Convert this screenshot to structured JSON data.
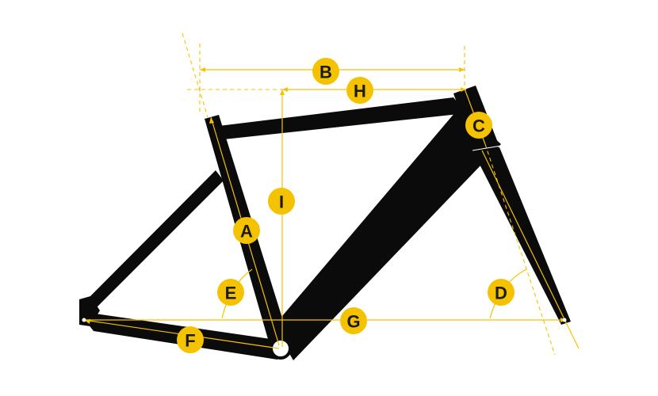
{
  "diagram": {
    "labels": {
      "A": "A",
      "B": "B",
      "C": "C",
      "D": "D",
      "E": "E",
      "F": "F",
      "G": "G",
      "H": "H",
      "I": "I"
    },
    "colors": {
      "frame": "#0b0b0b",
      "dimension": "#f5c200",
      "label_text": "#1a1a1a",
      "background": "#ffffff"
    }
  }
}
